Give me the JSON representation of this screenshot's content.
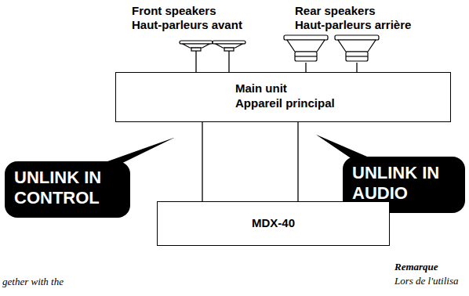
{
  "diagram": {
    "nodes": [
      {
        "text": [
          "Main unit",
          "Appareil principal"
        ]
      },
      {
        "text": [
          "UNLINK IN CONTROL"
        ]
      },
      {
        "text": [
          "UNLINK IN AUDIO"
        ]
      },
      {
        "text": [
          "MDX-40"
        ]
      }
    ],
    "edges": [
      {
        "from": 0,
        "to": 3,
        "arrow": "none"
      },
      {
        "from": 0,
        "to": 3,
        "arrow": "none"
      }
    ],
    "labels": [
      "Front speakers",
      "Haut-parleurs avant",
      "Rear speakers",
      "Haut-parleurs arrière",
      "gether with the",
      "Remarque",
      "Lors de l'utilisa"
    ]
  }
}
